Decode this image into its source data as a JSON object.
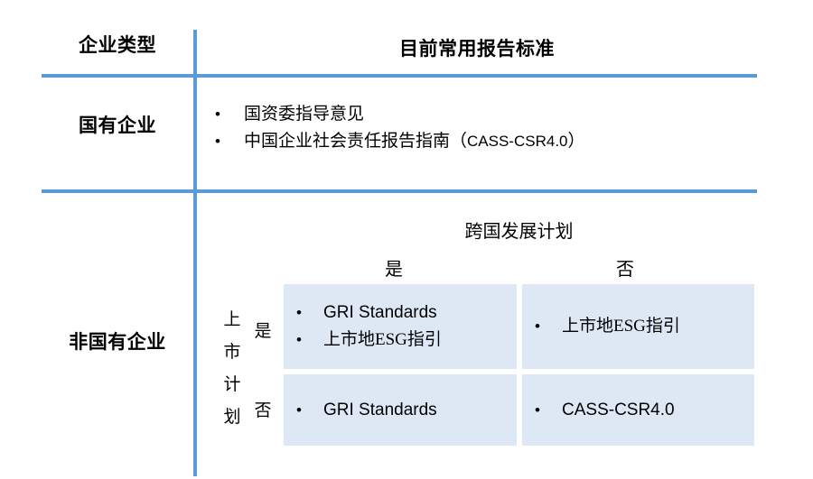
{
  "table": {
    "columns": {
      "type_header": "企业类型",
      "standards_header": "目前常用报告标准"
    },
    "rows": [
      {
        "label": "国有企业",
        "bullets": [
          {
            "text": "国资委指导意见"
          },
          {
            "text_prefix": "中国企业社会责任报告指南（",
            "text_latin": "CASS-CSR4.0",
            "text_suffix": "）"
          }
        ]
      },
      {
        "label": "非国有企业",
        "matrix": {
          "col_group_title": "跨国发展计划",
          "col_headers": [
            "是",
            "否"
          ],
          "row_group_label": [
            "上",
            "市",
            "计",
            "划"
          ],
          "row_headers": [
            "是",
            "否"
          ],
          "cells": [
            {
              "row": "是",
              "col": "是",
              "items": [
                "GRI Standards",
                "上市地ESG指引"
              ]
            },
            {
              "row": "是",
              "col": "否",
              "items": [
                "上市地ESG指引"
              ]
            },
            {
              "row": "否",
              "col": "是",
              "items": [
                "GRI Standards"
              ]
            },
            {
              "row": "否",
              "col": "否",
              "items": [
                "CASS-CSR4.0"
              ]
            }
          ]
        }
      }
    ]
  },
  "style": {
    "rule_color": "#5B9BD5",
    "cell_fill": "#DEE8F4",
    "bullet_glyph": "•"
  }
}
